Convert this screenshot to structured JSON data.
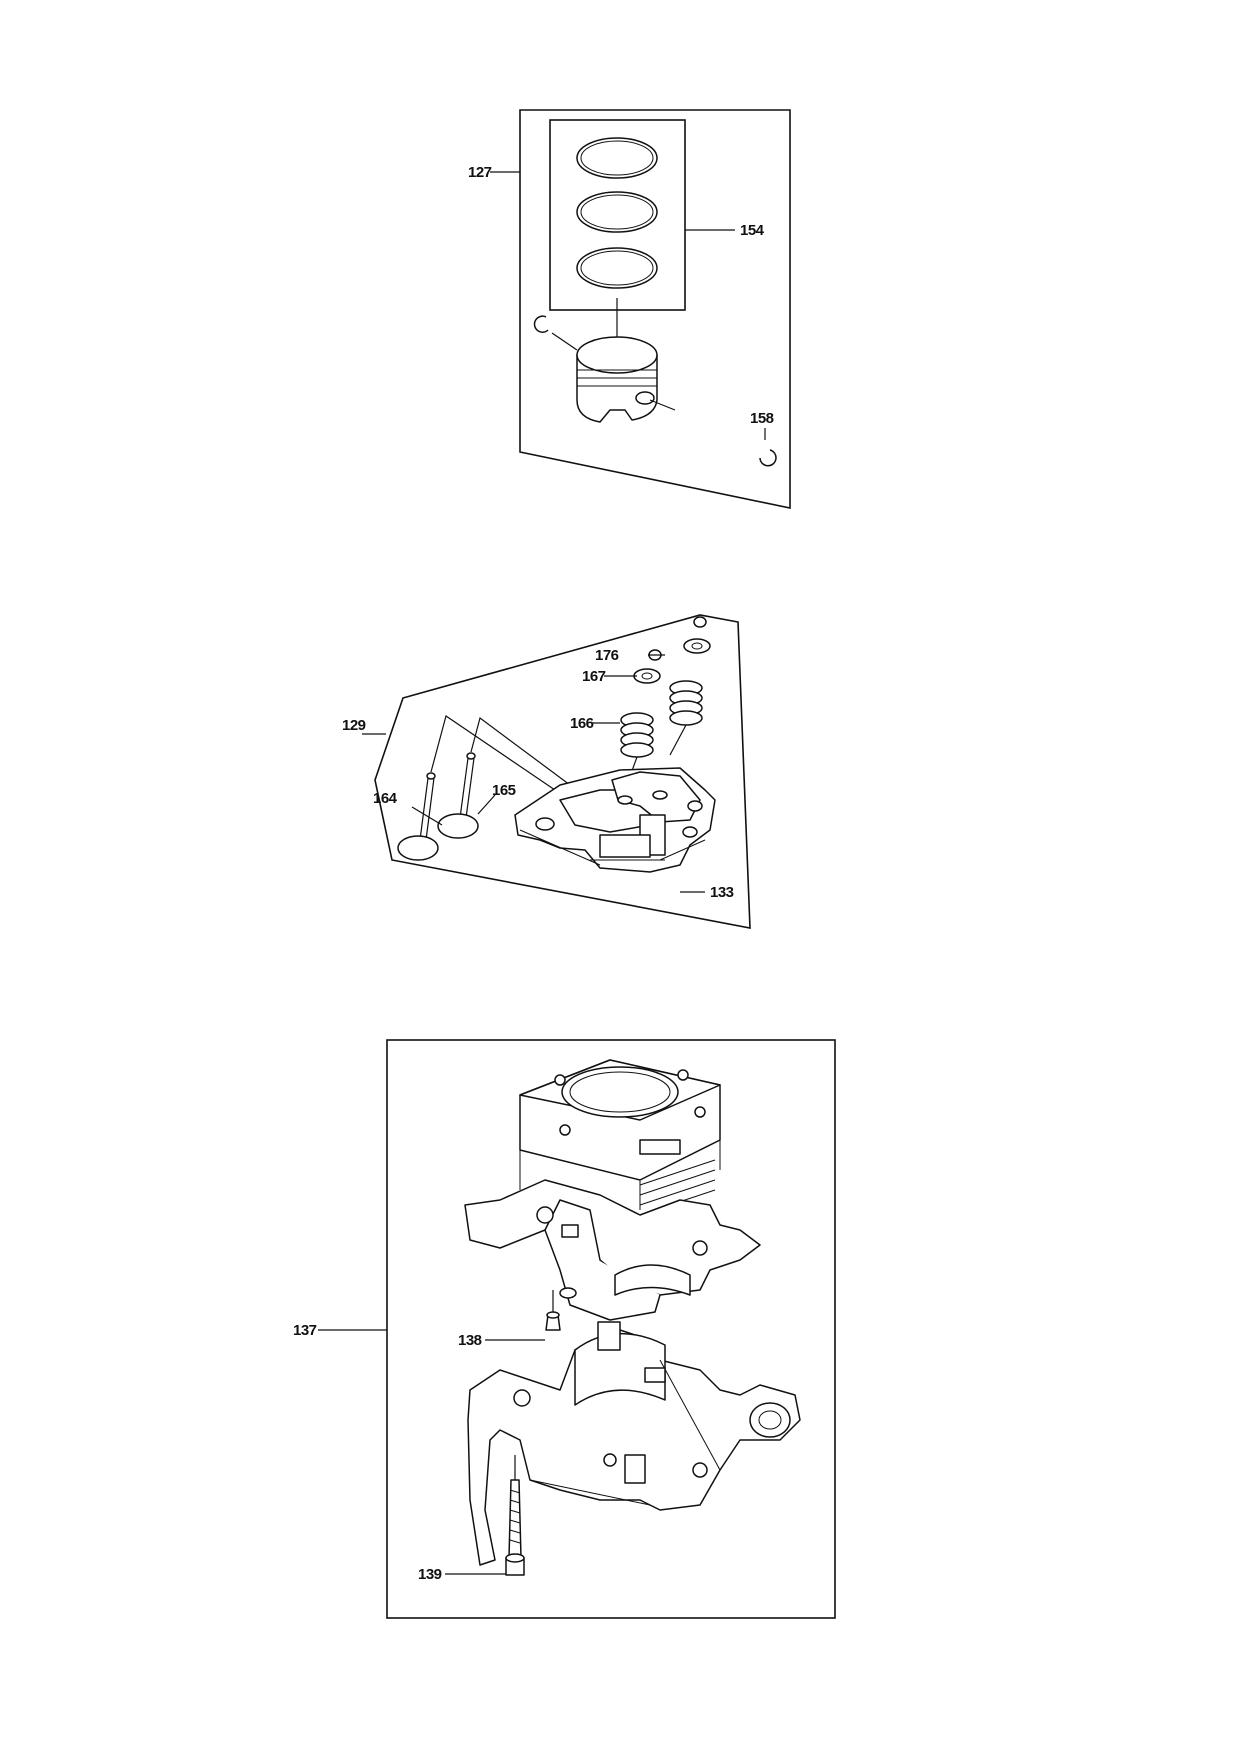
{
  "callouts": {
    "c127": "127",
    "c154": "154",
    "c158": "158",
    "c129": "129",
    "c176": "176",
    "c167": "167",
    "c166": "166",
    "c164": "164",
    "c165": "165",
    "c133": "133",
    "c137": "137",
    "c138": "138",
    "c139": "139"
  }
}
